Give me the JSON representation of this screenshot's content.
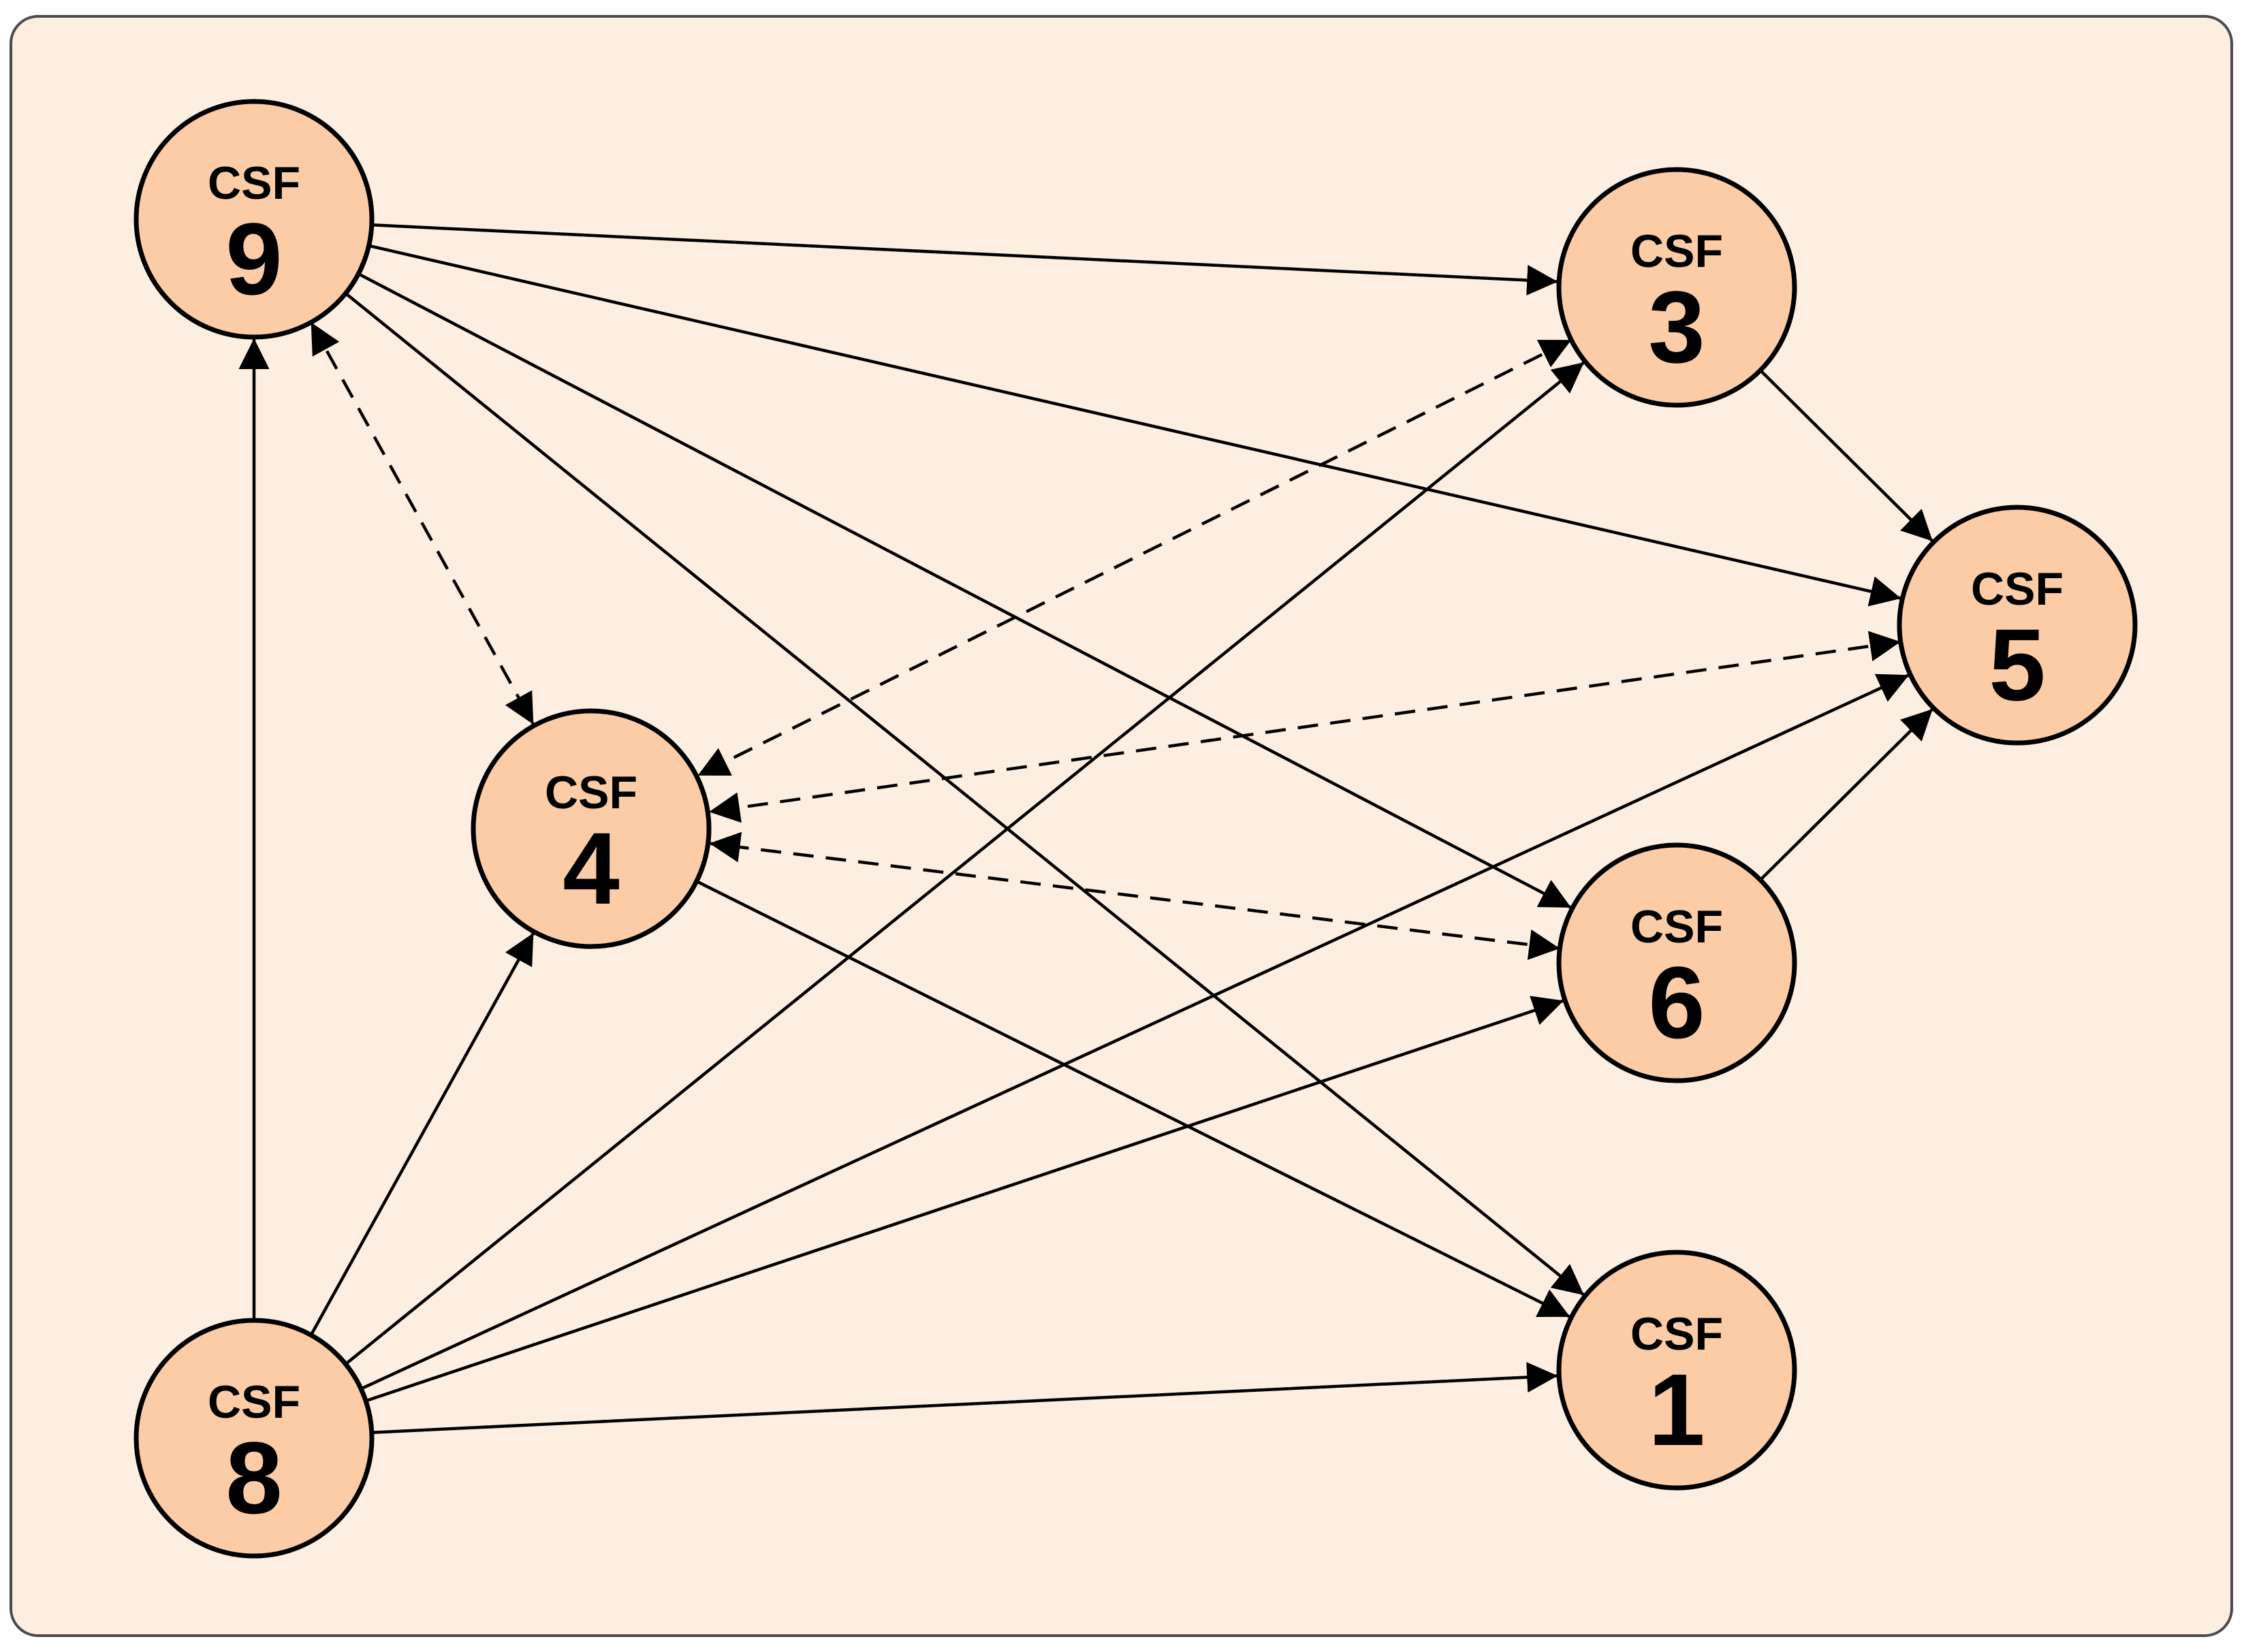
{
  "diagram": {
    "background_color": "#fdeee2",
    "node_fill": "#fbcca6",
    "nodes": [
      {
        "id": "9",
        "prefix": "CSF",
        "number": "9"
      },
      {
        "id": "3",
        "prefix": "CSF",
        "number": "3"
      },
      {
        "id": "5",
        "prefix": "CSF",
        "number": "5"
      },
      {
        "id": "4",
        "prefix": "CSF",
        "number": "4"
      },
      {
        "id": "6",
        "prefix": "CSF",
        "number": "6"
      },
      {
        "id": "8",
        "prefix": "CSF",
        "number": "8"
      },
      {
        "id": "1",
        "prefix": "CSF",
        "number": "1"
      }
    ],
    "edges": [
      {
        "from": "9",
        "to": "3",
        "style": "solid",
        "direction": "forward"
      },
      {
        "from": "9",
        "to": "5",
        "style": "solid",
        "direction": "forward"
      },
      {
        "from": "9",
        "to": "6",
        "style": "solid",
        "direction": "forward"
      },
      {
        "from": "9",
        "to": "1",
        "style": "solid",
        "direction": "forward"
      },
      {
        "from": "9",
        "to": "4",
        "style": "dashed",
        "direction": "both"
      },
      {
        "from": "3",
        "to": "5",
        "style": "solid",
        "direction": "forward"
      },
      {
        "from": "3",
        "to": "4",
        "style": "dashed",
        "direction": "both"
      },
      {
        "from": "5",
        "to": "4",
        "style": "dashed",
        "direction": "both"
      },
      {
        "from": "6",
        "to": "4",
        "style": "dashed",
        "direction": "both"
      },
      {
        "from": "6",
        "to": "5",
        "style": "solid",
        "direction": "forward"
      },
      {
        "from": "4",
        "to": "1",
        "style": "solid",
        "direction": "forward"
      },
      {
        "from": "8",
        "to": "9",
        "style": "solid",
        "direction": "forward"
      },
      {
        "from": "8",
        "to": "4",
        "style": "solid",
        "direction": "forward"
      },
      {
        "from": "8",
        "to": "3",
        "style": "solid",
        "direction": "forward"
      },
      {
        "from": "8",
        "to": "5",
        "style": "solid",
        "direction": "forward"
      },
      {
        "from": "8",
        "to": "6",
        "style": "solid",
        "direction": "forward"
      },
      {
        "from": "8",
        "to": "1",
        "style": "solid",
        "direction": "forward"
      }
    ]
  }
}
